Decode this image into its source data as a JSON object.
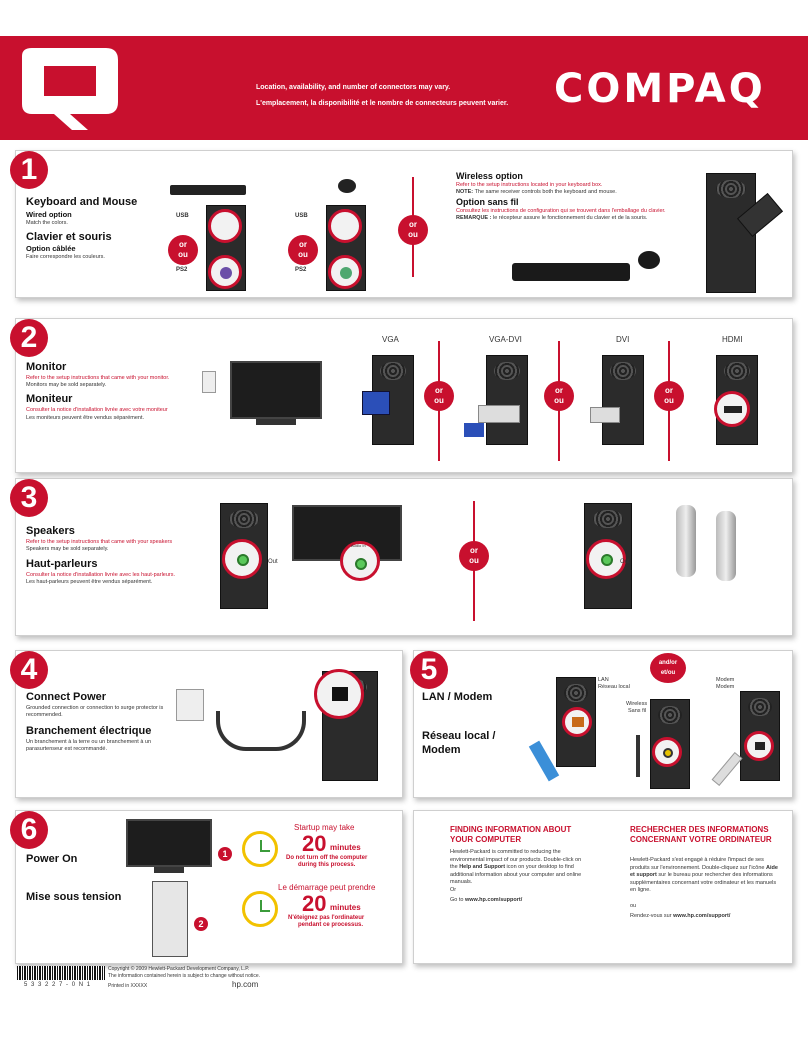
{
  "banner": {
    "note_en": "Location, availability, and number of connectors may vary.",
    "note_fr": "L'emplacement, la disponibilité et le nombre de connecteurs peuvent varier.",
    "brand": "COMPAQ",
    "color": "#c8102e"
  },
  "or_label": "or\nou",
  "step1": {
    "number": "1",
    "title": "Keyboard and Mouse",
    "subtitle": "Wired option",
    "note": "Match the colors.",
    "title_fr": "Clavier et souris",
    "subtitle_fr": "Option câblée",
    "note_fr": "Faire correspondre les couleurs.",
    "usb": "USB",
    "ps2": "PS2",
    "wireless_title": "Wireless option",
    "wireless_ref": "Refer to the setup instructions located in your keyboard box.",
    "wireless_note_label": "NOTE:",
    "wireless_note": "The same receiver controls both the keyboard and mouse.",
    "wireless_title_fr": "Option sans fil",
    "wireless_ref_fr": "Consultez les instructions de configuration qui se trouvent dans l'emballage du clavier.",
    "wireless_note_label_fr": "REMARQUE :",
    "wireless_note_fr": "le récepteur assure le fonctionnement du clavier et de la souris."
  },
  "step2": {
    "number": "2",
    "title": "Monitor",
    "ref": "Refer to the setup instructions that came with your monitor.",
    "note": "Monitors may be sold separately.",
    "title_fr": "Moniteur",
    "ref_fr": "Consulter la notice d'installation livrée avec votre moniteur",
    "note_fr": "Les moniteurs peuvent être vendus séparément.",
    "connectors": [
      "VGA",
      "VGA-DVI",
      "DVI",
      "HDMI"
    ]
  },
  "step3": {
    "number": "3",
    "title": "Speakers",
    "ref": "Refer to the setup instructions that came with your speakers",
    "note": "Speakers may be sold separately.",
    "title_fr": "Haut-parleurs",
    "ref_fr": "Consulter la notice d'installation livrée avec les haut-parleurs.",
    "note_fr": "Les haut-parleurs peuvent être vendus séparément.",
    "out": "Out",
    "audio_in": "Audio In"
  },
  "step4": {
    "number": "4",
    "title": "Connect Power",
    "note": "Grounded connection or connection to surge protector is recommended.",
    "title_fr": "Branchement électrique",
    "note_fr": "Un branchement à la terre ou un branchement à un parasurtenseur est recommandé."
  },
  "step5": {
    "number": "5",
    "title": "LAN / Modem",
    "title_fr": "Réseau local / Modem",
    "and_or": "and/or\net/ou",
    "lan": "LAN",
    "lan_fr": "Réseau local",
    "wireless": "Wireless",
    "wireless_fr": "Sans fil",
    "modem": "Modem",
    "modem_fr": "Modem"
  },
  "step6": {
    "number": "6",
    "title": "Power On",
    "title_fr": "Mise sous tension",
    "badge1": "1",
    "badge2": "2",
    "startup": "Startup may take",
    "minutes_value": "20",
    "minutes": "minutes",
    "warning1": "Do not turn off the computer",
    "warning2": "during this process.",
    "startup_fr": "Le démarrage peut prendre",
    "minutes_fr": "minutes",
    "warning1_fr": "N'éteignez pas l'ordinateur",
    "warning2_fr": "pendant ce processus."
  },
  "info": {
    "heading_en": "FINDING INFORMATION ABOUT YOUR COMPUTER",
    "body_en_1": "Hewlett-Packard is committed to reducing the environmental impact of our products. Double-click on the ",
    "body_en_bold": "Help and Support",
    "body_en_2": " icon on your desktop to find additional information about your computer and online manuals.",
    "or_en": "Or",
    "goto_en": "Go to ",
    "url_en": "www.hp.com/support/",
    "heading_fr": "RECHERCHER DES INFORMATIONS CONCERNANT VOTRE ORDINATEUR",
    "body_fr_1": "Hewlett-Packard s'est engagé à réduire l'impact de ses produits sur l'environnement. Double-cliquez sur l'icône ",
    "body_fr_bold": "Aide et support",
    "body_fr_2": " sur le bureau pour rechercher des informations supplémentaires concernant votre ordinateur et les manuels en ligne.",
    "or_fr": "ou",
    "goto_fr": "Rendez-vous sur ",
    "url_fr": "www.hp.com/support/"
  },
  "footer": {
    "barcode_number": "5 3 3 2 2 7 - 0 N 1",
    "copyright": "Copyright © 2009 Hewlett-Packard Development Company, L.P.",
    "disclaimer": "The information contained herein is subject to change without notice.",
    "printed": "Printed in XXXXX",
    "hpcom": "hp.com"
  }
}
